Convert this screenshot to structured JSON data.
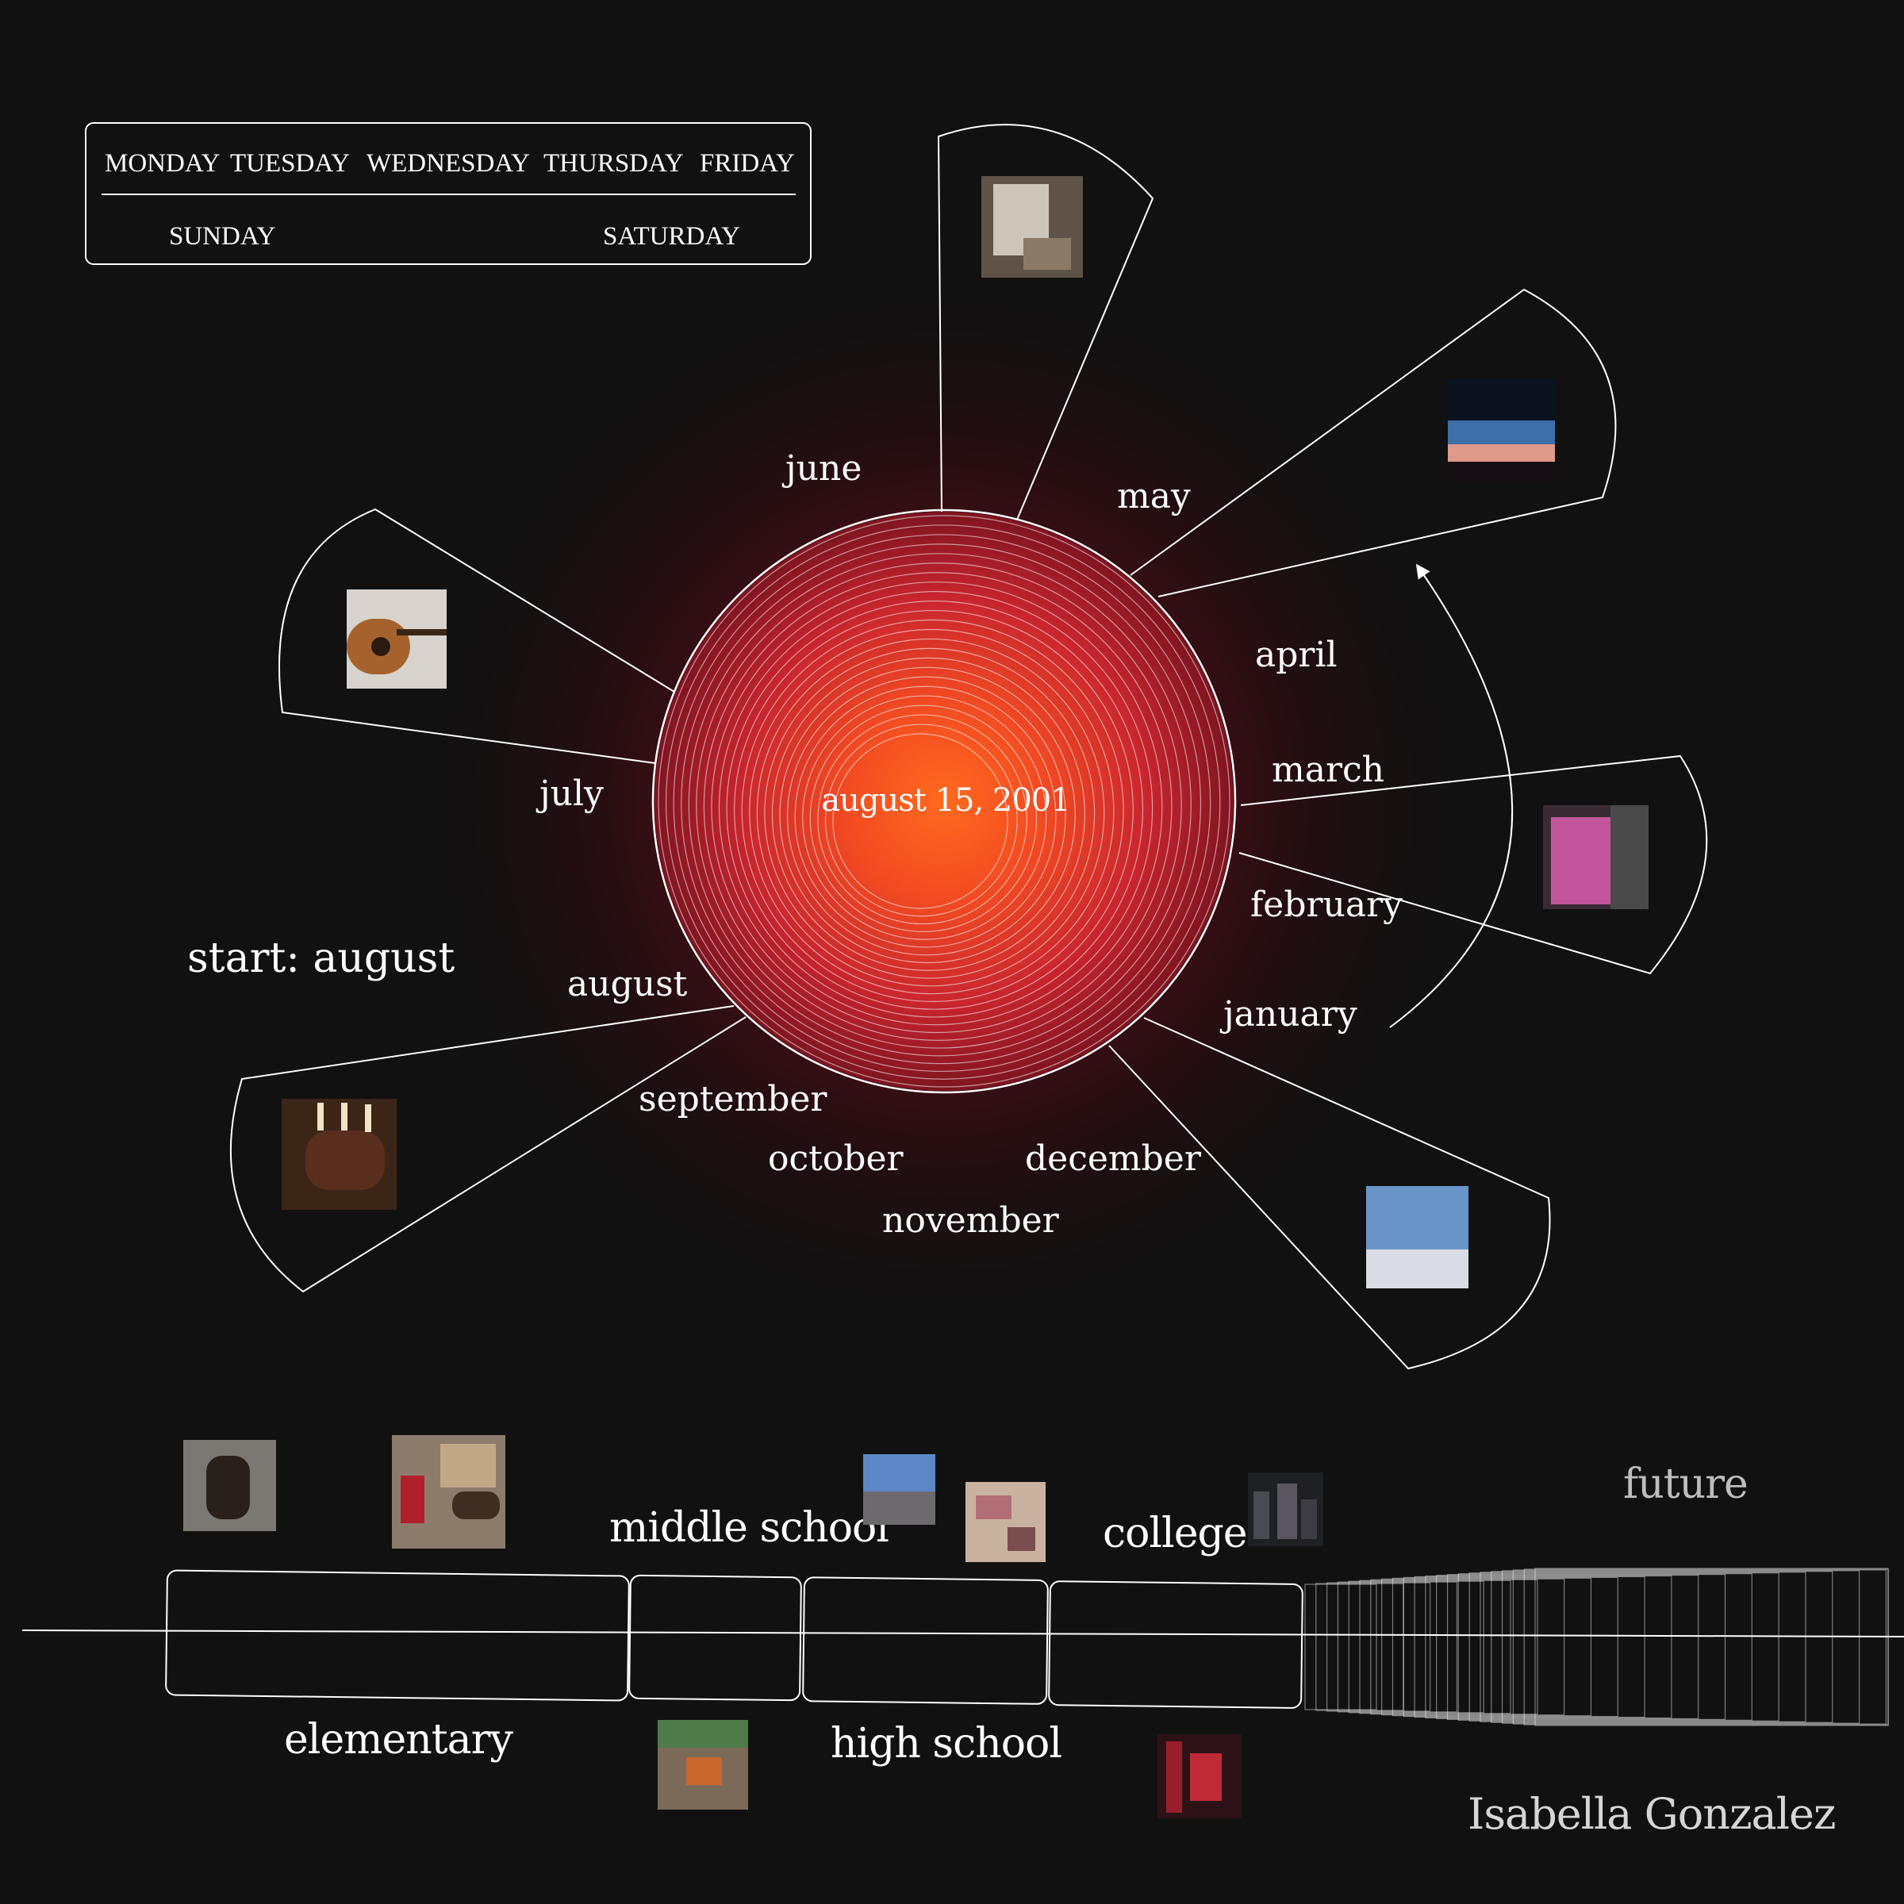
{
  "weekdays": {
    "top_row": [
      "MONDAY",
      "TUESDAY",
      "WEDNESDAY",
      "THURSDAY",
      "FRIDAY"
    ],
    "bottom_row": [
      "SUNDAY",
      "SATURDAY"
    ]
  },
  "center": {
    "date": "august 15, 2001"
  },
  "start_label": "start: august",
  "months": [
    "june",
    "may",
    "april",
    "march",
    "february",
    "january",
    "december",
    "november",
    "october",
    "september",
    "august",
    "july"
  ],
  "timeline": {
    "stages": [
      "elementary",
      "middle school",
      "high school",
      "college"
    ],
    "future": "future"
  },
  "author": "Isabella Gonzalez",
  "colors": {
    "background": "#111111",
    "glow_core": "#ff5a1a",
    "glow_mid": "#d9262b",
    "glow_outer": "#5a0d14",
    "line": "#ffffff"
  }
}
